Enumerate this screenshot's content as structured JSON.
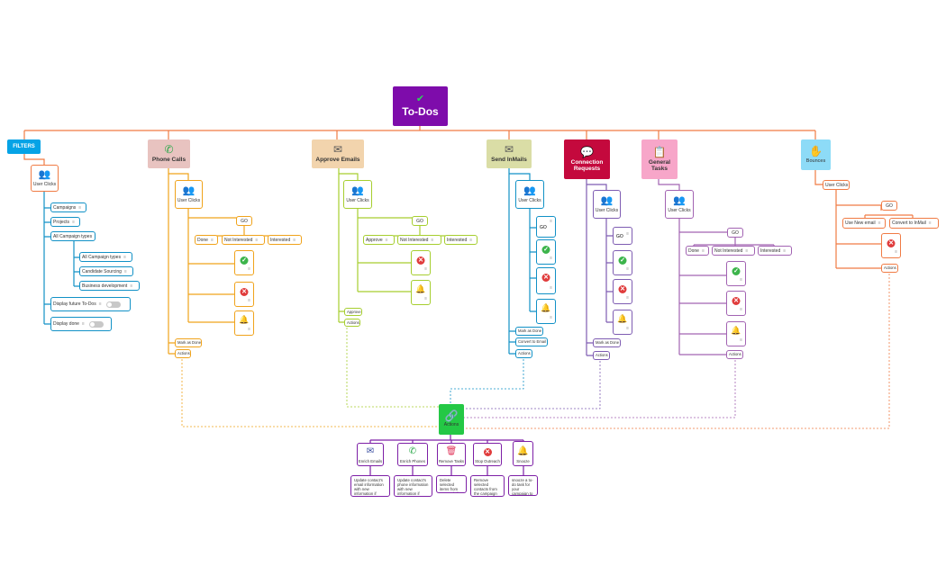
{
  "colors": {
    "root": "#7e0cab",
    "filters": "#05a3e6",
    "phone": "#f0a31b",
    "email": "#a6ce2f",
    "inmail": "#1191c6",
    "conn": "#7e5cb2",
    "general": "#a263b2",
    "bounces": "#f07b44",
    "actions": "#24c845",
    "orange_line": "#f07b44"
  },
  "root": {
    "title": "To-Dos",
    "icon": "check-badge-icon"
  },
  "filters": {
    "title": "FILTERS",
    "user_clicks": "User Clicks",
    "items": [
      "Campaigns",
      "Projects",
      "All Campaign types",
      "All Campaign types",
      "Candidate Sourcing",
      "Business development",
      "Display future To-Dos",
      "Display done"
    ]
  },
  "phone": {
    "title": "Phone Calls",
    "user_clicks": "User Clicks",
    "go": "GO",
    "done": "Done",
    "not_interested": "Not Interested",
    "interested": "Interested",
    "mark_done": "Mark as Done",
    "actions": "Actions"
  },
  "email": {
    "title": "Approve Emails",
    "user_clicks": "User Clicks",
    "go": "GO",
    "approve": "Approve",
    "not_interested": "Not Interested",
    "interested": "Interested",
    "approve_leaf": "Approve",
    "actions": "Actions"
  },
  "inmail": {
    "title": "Send InMails",
    "user_clicks": "User Clicks",
    "go": "GO",
    "mark_done": "Mark as Done",
    "convert": "Convert to Email",
    "actions": "Actions"
  },
  "conn": {
    "title": "Connection Requests",
    "user_clicks": "User Clicks",
    "go": "GO",
    "mark_done": "Mark as Done",
    "actions": "Actions"
  },
  "general": {
    "title": "General Tasks",
    "user_clicks": "User Clicks",
    "go": "GO",
    "done": "Done",
    "not_interested": "Not Interested",
    "interested": "Interested",
    "actions": "Actions"
  },
  "bounces": {
    "title": "Bounces",
    "user_clicks": "User Clicks",
    "go": "GO",
    "use_new": "Use New email",
    "convert": "Convert to InMail",
    "actions": "Actions"
  },
  "actions": {
    "title": "Actions",
    "items": [
      {
        "label": "Enrich Emails",
        "icon": "envelope-icon",
        "desc": "Update contact's email information with new information if found."
      },
      {
        "label": "Enrich Phones",
        "icon": "phone-icon",
        "desc": "Update contact's phone information with new information if found."
      },
      {
        "label": "Remove Tasks",
        "icon": "trash-icon",
        "desc": "Delete selected items from your task list."
      },
      {
        "label": "Stop Outreach",
        "icon": "stop-icon",
        "desc": "Remove selected contacts from the campaign they are in."
      },
      {
        "label": "Snooze",
        "icon": "bell-icon",
        "desc": "snooze a to-do task for your campaign to a later date."
      }
    ]
  }
}
